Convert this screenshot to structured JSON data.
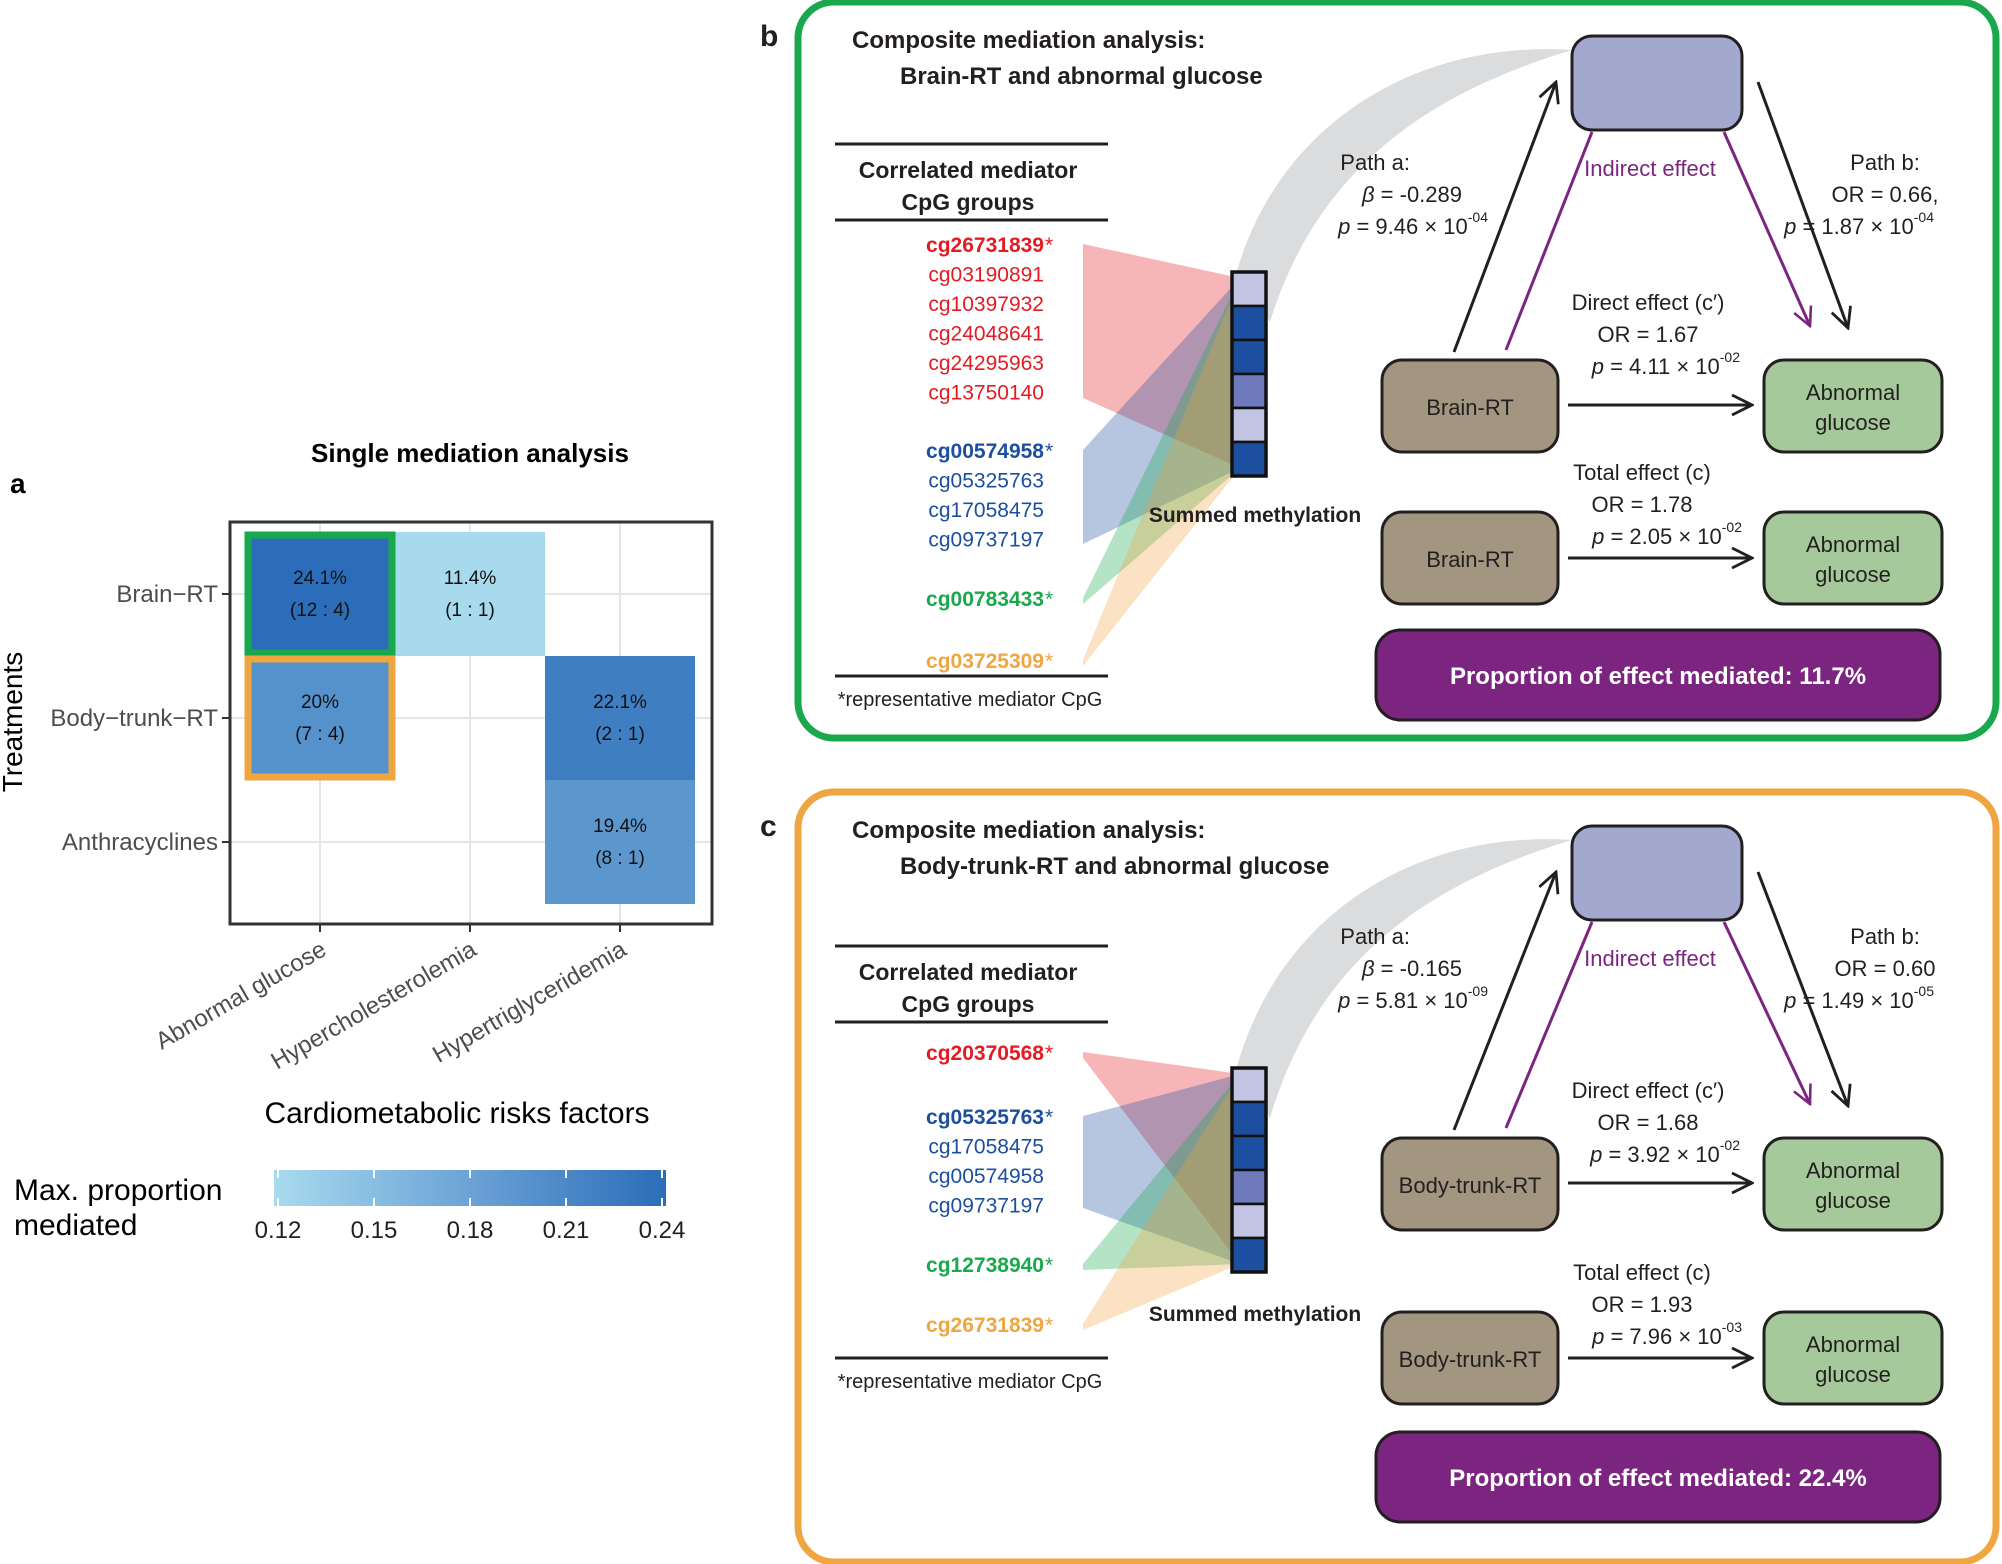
{
  "panel_a": {
    "letter": "a",
    "title": "Single mediation analysis",
    "ylabel": "Treatments",
    "xlabel": "Cardiometabolic risks factors",
    "legend_title_line1": "Max. proportion",
    "legend_title_line2": "mediated",
    "legend_ticks": [
      "0.12",
      "0.15",
      "0.18",
      "0.21",
      "0.24"
    ],
    "colors": {
      "low": "#a8daee",
      "high": "#2b6db8",
      "green_box": "#1aa84d",
      "orange_box": "#f0a640"
    }
  },
  "chart_data": {
    "type": "heatmap",
    "title": "Single mediation analysis",
    "xlabel": "Cardiometabolic risks factors",
    "ylabel": "Treatments",
    "x_categories": [
      "Abnormal glucose",
      "Hypercholesterolemia",
      "Hypertriglyceridemia"
    ],
    "y_categories": [
      "Brain−RT",
      "Body−trunk−RT",
      "Anthracyclines"
    ],
    "color_scale": {
      "label": "Max. proportion mediated",
      "min": 0.12,
      "max": 0.24,
      "ticks": [
        0.12,
        0.15,
        0.18,
        0.21,
        0.24
      ]
    },
    "cells": [
      {
        "x": "Abnormal glucose",
        "y": "Brain−RT",
        "value": 0.241,
        "label": "24.1%",
        "ratio": "(12 : 4)"
      },
      {
        "x": "Hypercholesterolemia",
        "y": "Brain−RT",
        "value": 0.114,
        "label": "11.4%",
        "ratio": "(1 : 1)"
      },
      {
        "x": "Abnormal glucose",
        "y": "Body−trunk−RT",
        "value": 0.2,
        "label": "20%",
        "ratio": "(7 : 4)"
      },
      {
        "x": "Hypertriglyceridemia",
        "y": "Body−trunk−RT",
        "value": 0.221,
        "label": "22.1%",
        "ratio": "(2 : 1)"
      },
      {
        "x": "Hypertriglyceridemia",
        "y": "Anthracyclines",
        "value": 0.194,
        "label": "19.4%",
        "ratio": "(8 : 1)"
      }
    ],
    "highlights": [
      {
        "x": "Abnormal glucose",
        "y": "Brain−RT",
        "color": "#1aa84d"
      },
      {
        "x": "Abnormal glucose",
        "y": "Body−trunk−RT",
        "color": "#f0a640"
      }
    ]
  },
  "panels": [
    {
      "letter": "b",
      "border_color": "#1aa84d",
      "title_line1": "Composite mediation analysis:",
      "title_line2": "Brain-RT and abnormal glucose",
      "table_header_line1": "Correlated mediator",
      "table_header_line2": "CpG groups",
      "footnote": "*representative mediator CpG",
      "cpg_groups": [
        {
          "color": "#e31b23",
          "items": [
            {
              "text": "cg26731839",
              "star": "*",
              "bold": true
            },
            {
              "text": "cg03190891"
            },
            {
              "text": "cg10397932"
            },
            {
              "text": "cg24048641"
            },
            {
              "text": "cg24295963"
            },
            {
              "text": "cg13750140"
            }
          ]
        },
        {
          "color": "#1c4fa0",
          "items": [
            {
              "text": "cg00574958",
              "star": "*",
              "bold": true
            },
            {
              "text": "cg05325763"
            },
            {
              "text": "cg17058475"
            },
            {
              "text": "cg09737197"
            }
          ]
        },
        {
          "color": "#1aa84d",
          "items": [
            {
              "text": "cg00783433",
              "star": "*",
              "bold": true
            }
          ]
        },
        {
          "color": "#f0a640",
          "items": [
            {
              "text": "cg03725309",
              "star": "*",
              "bold": true
            }
          ]
        }
      ],
      "summed_label": "Summed methylation",
      "bar_colors": [
        "#c1c4e2",
        "#1c4fa0",
        "#1c4fa0",
        "#6e7abb",
        "#c1c4e2",
        "#1c4fa0"
      ],
      "path_a": {
        "title": "Path a:",
        "beta": "= -0.289",
        "p_prefix": "= 9.46 × 10",
        "p_exp": "-04"
      },
      "path_b": {
        "title": "Path b:",
        "or": "OR = 0.66,",
        "p_prefix": "= 1.87 × 10",
        "p_exp": "-04"
      },
      "indirect": "Indirect effect",
      "direct": {
        "title": "Direct effect (c′)",
        "or": "OR = 1.67",
        "p_prefix": "= 4.11 × 10",
        "p_exp": "-02"
      },
      "total": {
        "title": "Total effect (c)",
        "or": "OR = 1.78",
        "p_prefix": "= 2.05 × 10",
        "p_exp": "-02"
      },
      "treatment": "Brain-RT",
      "outcome_line1": "Abnormal",
      "outcome_line2": "glucose",
      "proportion": "Proportion of effect mediated: 11.7%"
    },
    {
      "letter": "c",
      "border_color": "#f0a640",
      "title_line1": "Composite mediation analysis:",
      "title_line2": "Body-trunk-RT and abnormal glucose",
      "table_header_line1": "Correlated mediator",
      "table_header_line2": "CpG groups",
      "footnote": "*representative mediator CpG",
      "cpg_groups": [
        {
          "color": "#e31b23",
          "items": [
            {
              "text": "cg20370568",
              "star": "*",
              "bold": true
            }
          ]
        },
        {
          "color": "#1c4fa0",
          "items": [
            {
              "text": "cg05325763",
              "star": "*",
              "bold": true
            },
            {
              "text": "cg17058475"
            },
            {
              "text": "cg00574958"
            },
            {
              "text": "cg09737197"
            }
          ]
        },
        {
          "color": "#1aa84d",
          "items": [
            {
              "text": "cg12738940",
              "star": "*",
              "bold": true
            }
          ]
        },
        {
          "color": "#f0a640",
          "items": [
            {
              "text": "cg26731839",
              "star": "*",
              "bold": true
            }
          ]
        }
      ],
      "summed_label": "Summed methylation",
      "bar_colors": [
        "#c1c4e2",
        "#1c4fa0",
        "#1c4fa0",
        "#6e7abb",
        "#c1c4e2",
        "#1c4fa0"
      ],
      "path_a": {
        "title": "Path a:",
        "beta": "= -0.165",
        "p_prefix": "= 5.81 × 10",
        "p_exp": "-09"
      },
      "path_b": {
        "title": "Path b:",
        "or": "OR = 0.60",
        "p_prefix": "= 1.49 × 10",
        "p_exp": "-05"
      },
      "indirect": "Indirect effect",
      "direct": {
        "title": "Direct effect (c′)",
        "or": "OR = 1.68",
        "p_prefix": "= 3.92 × 10",
        "p_exp": "-02"
      },
      "total": {
        "title": "Total effect (c)",
        "or": "OR = 1.93",
        "p_prefix": "= 7.96 × 10",
        "p_exp": "-03"
      },
      "treatment": "Body-trunk-RT",
      "outcome_line1": "Abnormal",
      "outcome_line2": "glucose",
      "proportion": "Proportion of effect mediated: 22.4%"
    }
  ],
  "diagram_colors": {
    "mediator_box": "#a3a8cf",
    "treatment_box": "#a39680",
    "outcome_box": "#a5c99b",
    "proportion_box": "#7c2580",
    "indirect": "#7c2580",
    "arc": "#cfd0d2",
    "fan_opacity": 0.32
  }
}
